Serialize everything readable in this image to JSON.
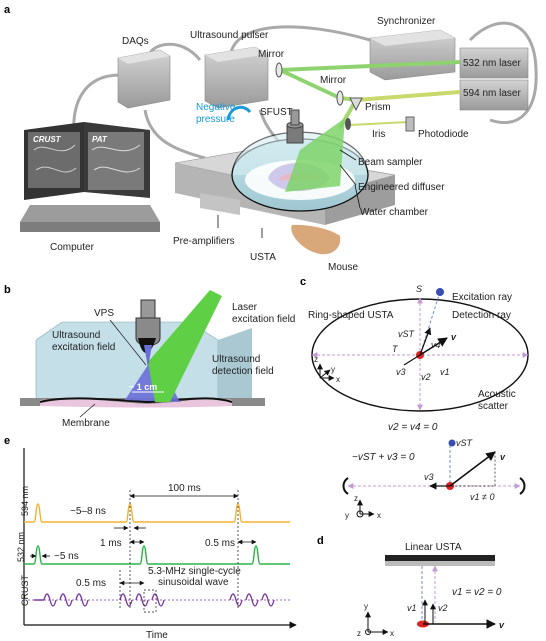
{
  "panels": {
    "a": "a",
    "b": "b",
    "c": "c",
    "d": "d",
    "e": "e"
  },
  "panel_a": {
    "daqs": "DAQs",
    "ultrasound_pulser": "Ultrasound pulser",
    "synchronizer": "Synchronizer",
    "mirror1": "Mirror",
    "mirror2": "Mirror",
    "laser_532": "532 nm laser",
    "laser_594": "594 nm laser",
    "negative_pressure_1": "Negative",
    "negative_pressure_2": "pressure",
    "sfust": "SFUST",
    "prism": "Prism",
    "iris": "Iris",
    "photodiode": "Photodiode",
    "beam_sampler": "Beam sampler",
    "engineered_diffuser": "Engineered diffuser",
    "water_chamber": "Water chamber",
    "crust": "CRUST",
    "pat": "PAT",
    "computer": "Computer",
    "pre_amplifiers": "Pre-amplifiers",
    "usta": "USTA",
    "mouse": "Mouse"
  },
  "panel_b": {
    "vps": "VPS",
    "laser_field_1": "Laser",
    "laser_field_2": "excitation field",
    "us_excitation_1": "Ultrasound",
    "us_excitation_2": "excitation field",
    "us_detection_1": "Ultrasound",
    "us_detection_2": "detection field",
    "scale": "~ 1 cm",
    "membrane": "Membrane"
  },
  "panel_c": {
    "s": "S",
    "excitation_ray": "Excitation ray",
    "ring_usta": "Ring-shaped USTA",
    "detection_ray": "Detection ray",
    "v_st": "vST",
    "v4": "v4",
    "v": "v",
    "t": "T",
    "v3": "v3",
    "v1": "v1",
    "v2": "v2",
    "acoustic_1": "Acoustic",
    "acoustic_2": "scatter",
    "axis_z": "z",
    "axis_y": "y",
    "axis_x": "x",
    "eq1": "v2 = v4 = 0",
    "eq2": "−vST + v3 = 0",
    "v_st2": "vST",
    "v_2": "v",
    "v3b": "v3",
    "v1b": "v1 ≠ 0",
    "axis2_z": "z",
    "axis2_y": "y",
    "axis2_x": "x"
  },
  "panel_d": {
    "linear_usta": "Linear USTA",
    "eq": "v1 = v2 = 0",
    "v1": "v1",
    "v2": "v2",
    "v": "v",
    "axis_y": "y",
    "axis_z": "z",
    "axis_x": "x"
  },
  "panel_e": {
    "row_594": "594 nm",
    "row_532": "532 nm",
    "row_crust": "CRUST",
    "t_100ms": "100 ms",
    "t_5_8ns": "~5–8 ns",
    "t_5ns": "~5 ns",
    "t_1ms": "1 ms",
    "t_05ms_a": "0.5 ms",
    "t_05ms_b": "0.5 ms",
    "wave_1": "5.3-MHz single-cycle",
    "wave_2": "sinusoidal wave",
    "x_axis": "Time"
  },
  "colors": {
    "orange": "#f2b233",
    "green": "#2db34a",
    "purple": "#7b3c9e",
    "laser_green": "#7fd36a",
    "cyan_text": "#1a9bd7",
    "blue_field": "#6a6fd8"
  }
}
